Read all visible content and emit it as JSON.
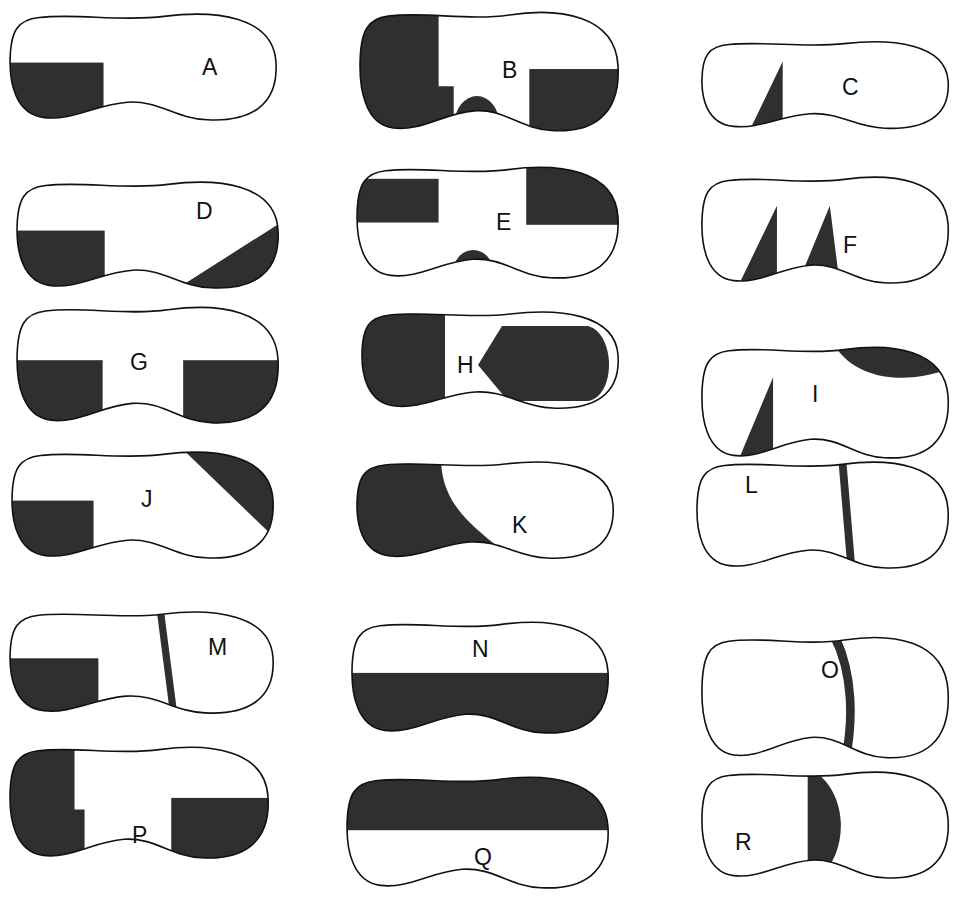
{
  "diagram": {
    "nodes": [
      {
        "text": [
          "A"
        ]
      },
      {
        "text": [
          "B"
        ]
      },
      {
        "text": [
          "C"
        ]
      },
      {
        "text": [
          "D"
        ]
      },
      {
        "text": [
          "E"
        ]
      },
      {
        "text": [
          "F"
        ]
      },
      {
        "text": [
          "G"
        ]
      },
      {
        "text": [
          "H"
        ]
      },
      {
        "text": [
          "I"
        ]
      },
      {
        "text": [
          "J"
        ]
      },
      {
        "text": [
          "K"
        ]
      },
      {
        "text": [
          "L"
        ]
      },
      {
        "text": [
          "M"
        ]
      },
      {
        "text": [
          "N"
        ]
      },
      {
        "text": [
          "O"
        ]
      },
      {
        "text": [
          "P"
        ]
      },
      {
        "text": [
          "Q"
        ]
      },
      {
        "text": [
          "R"
        ]
      }
    ]
  }
}
